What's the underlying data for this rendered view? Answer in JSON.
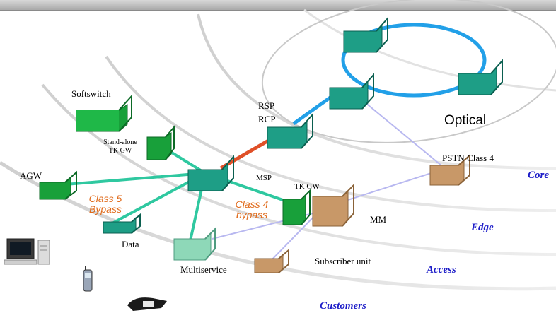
{
  "labels": {
    "softswitch": "Softswitch",
    "standalone_tkgw": "Stand-alone\nTK GW",
    "agw": "AGW",
    "rsp": "RSP",
    "rcp": "RCP",
    "optical": "Optical",
    "pstn_class4": "PSTN Class 4",
    "msp": "MSP",
    "tk_gw": "TK GW",
    "mm": "MM",
    "data": "Data",
    "multiservice": "Multiservice",
    "subscriber_unit": "Subscriber unit"
  },
  "bypass": {
    "class5": "Class 5\nBypass",
    "class4": "Class 4\nbypass"
  },
  "tiers": {
    "core": "Core",
    "edge": "Edge",
    "access": "Access",
    "customers": "Customers"
  },
  "colors": {
    "teal_node": "#1e9e86",
    "green_node": "#18a03a",
    "tan_node": "#c89868",
    "optical_ring": "#22a0e8",
    "core_link": "#e05028",
    "access_link": "#2fc8a0",
    "pstn_link": "#b8b8f0",
    "tier_label": "#1c1cc8",
    "bypass_label": "#e06a1a"
  }
}
